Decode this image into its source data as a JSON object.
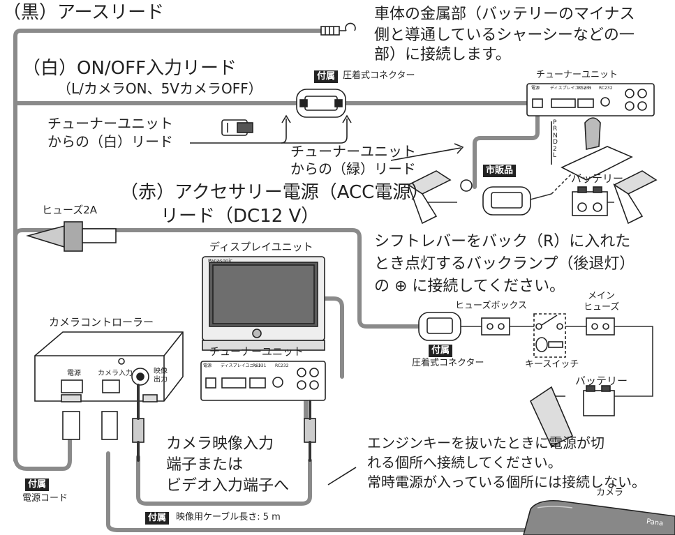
{
  "labels": {
    "ground_lead": "（黒）アースリード",
    "ground_note_1": "車体の金属部（バッテリーのマイナス",
    "ground_note_2": "側と導通しているシャーシーなどの一",
    "ground_note_3": "部）に接続します。",
    "onoff_lead_1": "（白）ON/OFF入力リード",
    "onoff_lead_2": "（L/カメラON、5VカメラOFF）",
    "crimp_connector_top": "圧着式コネクター",
    "tuner_unit_top": "チューナーユニット",
    "tuner_white_lead_1": "チューナーユニット",
    "tuner_white_lead_2": "からの（白）リード",
    "tuner_green_lead_1": "チューナーユニット",
    "tuner_green_lead_2": "からの（緑）リード",
    "acc_lead_1": "（赤）アクセサリー電源（ACC電源）",
    "acc_lead_2": "リード（DC12 V）",
    "fuse": "ヒューズ2A",
    "battery_top": "バッテリー",
    "reverse_note_1": "シフトレバーをバック（R）に入れた",
    "reverse_note_2": "とき点灯するバックランプ（後退灯）",
    "reverse_note_3": "の ⊕ に接続してください。",
    "display_unit": "ディスプレイユニット",
    "camera_controller": "カメラコントローラー",
    "tuner_unit_mid": "チューナーユニット",
    "fuse_box": "ヒューズボックス",
    "main_fuse_1": "メイン",
    "main_fuse_2": "ヒューズ",
    "crimp_connector_mid": "圧着式コネクター",
    "key_switch": "キースイッチ",
    "battery_bottom": "バッテリー",
    "power_port": "電源",
    "camera_input_port": "カメラ入力",
    "video_out_port_1": "映像",
    "video_out_port_2": "出力",
    "video_input_1": "カメラ映像入力",
    "video_input_2": "端子または",
    "video_input_3": "ビデオ入力端子へ",
    "engine_note_1": "エンジンキーを抜いたときに電源が切",
    "engine_note_2": "れる個所へ接続してください。",
    "engine_note_3": "常時電源が入っている個所には接続しない。",
    "power_cord": "電源コード",
    "video_cable": "映像用ケーブル長さ: 5 m",
    "camera": "カメラ",
    "camera_brand": "Pana",
    "panel_power": "電源",
    "panel_display": "ディスプレイユニット",
    "panel_rs": "RS231",
    "panel_rc": "RC232",
    "display_brand": "Panasonic",
    "shift_letters": "P R N D 2 L"
  },
  "badges": {
    "included": "付属",
    "commercial": "市販品"
  },
  "colors": {
    "cable": "#8a8a8a",
    "text": "#222222",
    "badge_bg": "#222222"
  }
}
